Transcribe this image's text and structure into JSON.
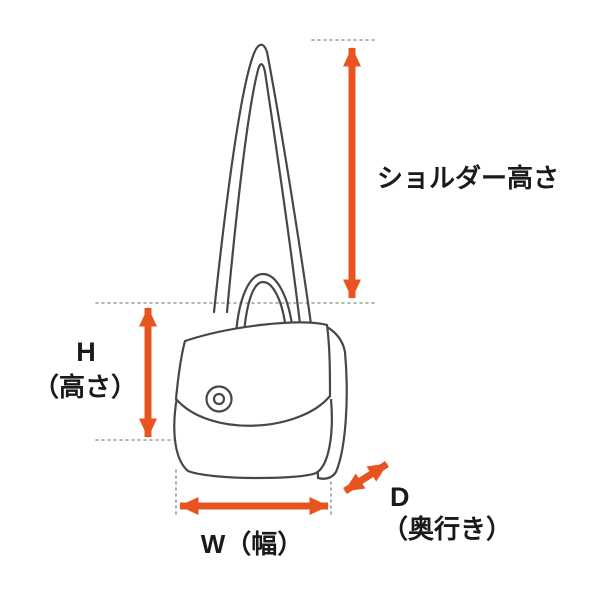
{
  "diagram": {
    "type": "product-dimension-diagram",
    "subject": "shoulder-bag-line-drawing",
    "colors": {
      "arrow": "#e8541f",
      "outline": "#474747",
      "guide": "#9b9b9b",
      "text": "#1a1a1a",
      "background": "#ffffff"
    },
    "labels": {
      "shoulder_height": "ショルダー高さ",
      "height_abbr": "H",
      "height_name": "（高さ）",
      "width": "W（幅）",
      "depth_abbr": "D",
      "depth_name": "（奥行き）"
    }
  }
}
